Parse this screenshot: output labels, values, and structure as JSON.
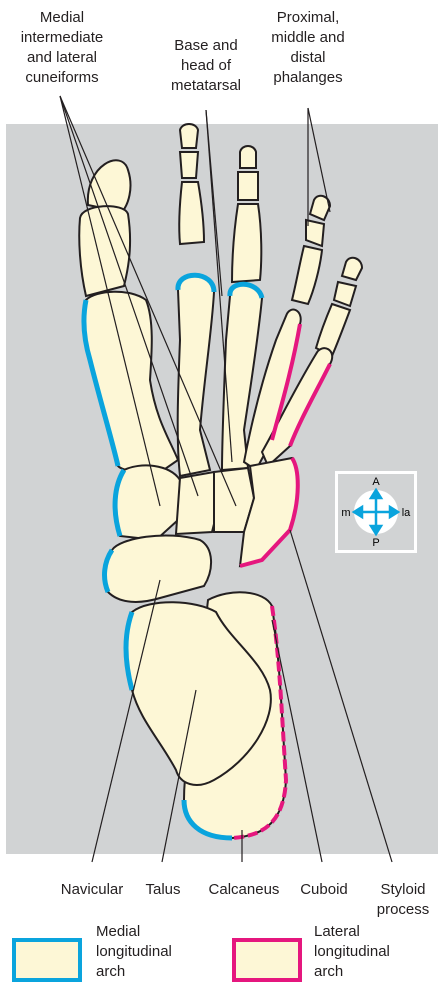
{
  "labels": {
    "top_left": "Medial\nintermediate\nand lateral\ncuneiforms",
    "top_middle": "Base and\nhead of\nmetatarsal",
    "top_right": "Proximal,\nmiddle and\ndistal\nphalanges",
    "navicular": "Navicular",
    "talus": "Talus",
    "calcaneus": "Calcaneus",
    "cuboid": "Cuboid",
    "styloid": "Styloid\nprocess"
  },
  "compass": {
    "anterior": "A",
    "posterior": "P",
    "medial": "m",
    "lateral": "la"
  },
  "legend": {
    "medial": "Medial\nlongitudinal\narch",
    "lateral": "Lateral\nlongitudinal\narch"
  },
  "colors": {
    "bone": "#fdf7d6",
    "background_panel": "#d1d3d4",
    "medial_arch": "#0aa4dd",
    "lateral_arch": "#e5177e",
    "outline": "#231f20"
  }
}
